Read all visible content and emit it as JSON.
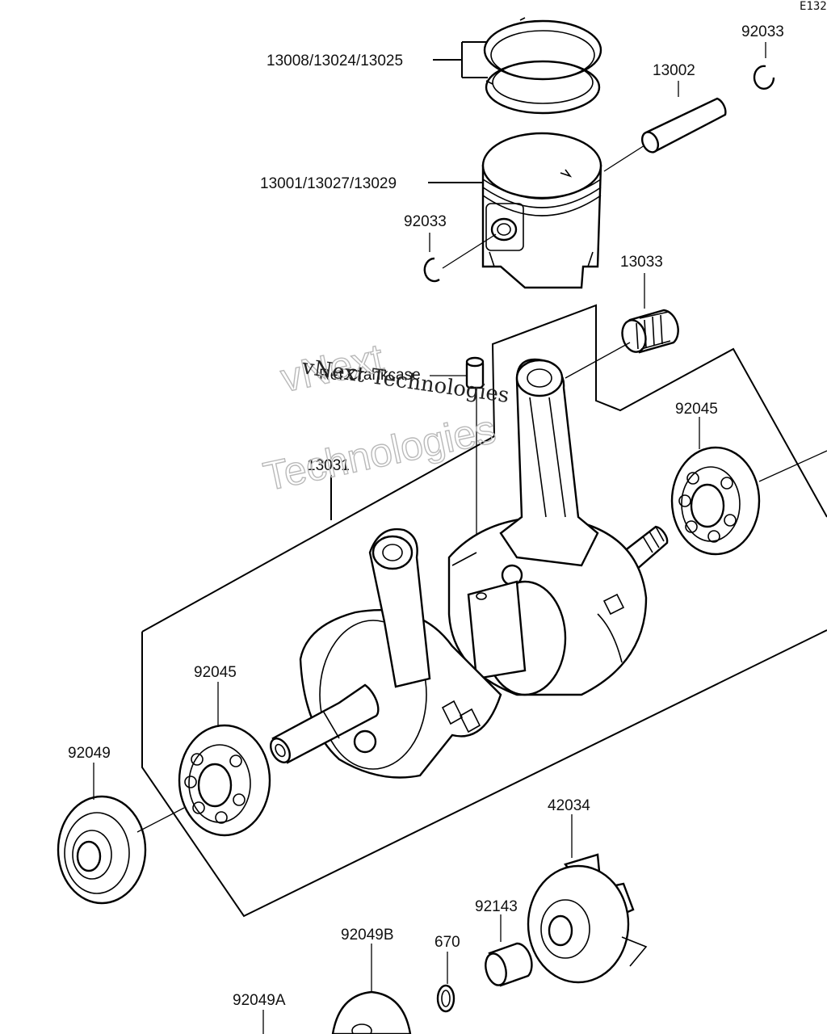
{
  "diagram_id": "E132",
  "watermark": {
    "line1": "vNext Technologies",
    "line2": "vNext",
    "line3": "Technologies"
  },
  "labels": {
    "ring_set": "13008/13024/13025",
    "piston": "13001/13027/13029",
    "piston_pin": "13002",
    "clip_right": "92033",
    "clip_left": "92033",
    "needle_bearing": "13033",
    "ref_crankcase": "Ref.Crankcase",
    "crankshaft": "13031",
    "bearing_right": "92045",
    "bearing_left": "92045",
    "seal_left": "92049",
    "rotor": "42034",
    "collar": "92143",
    "washer": "670",
    "seal_b": "92049B",
    "seal_a": "92049A"
  }
}
